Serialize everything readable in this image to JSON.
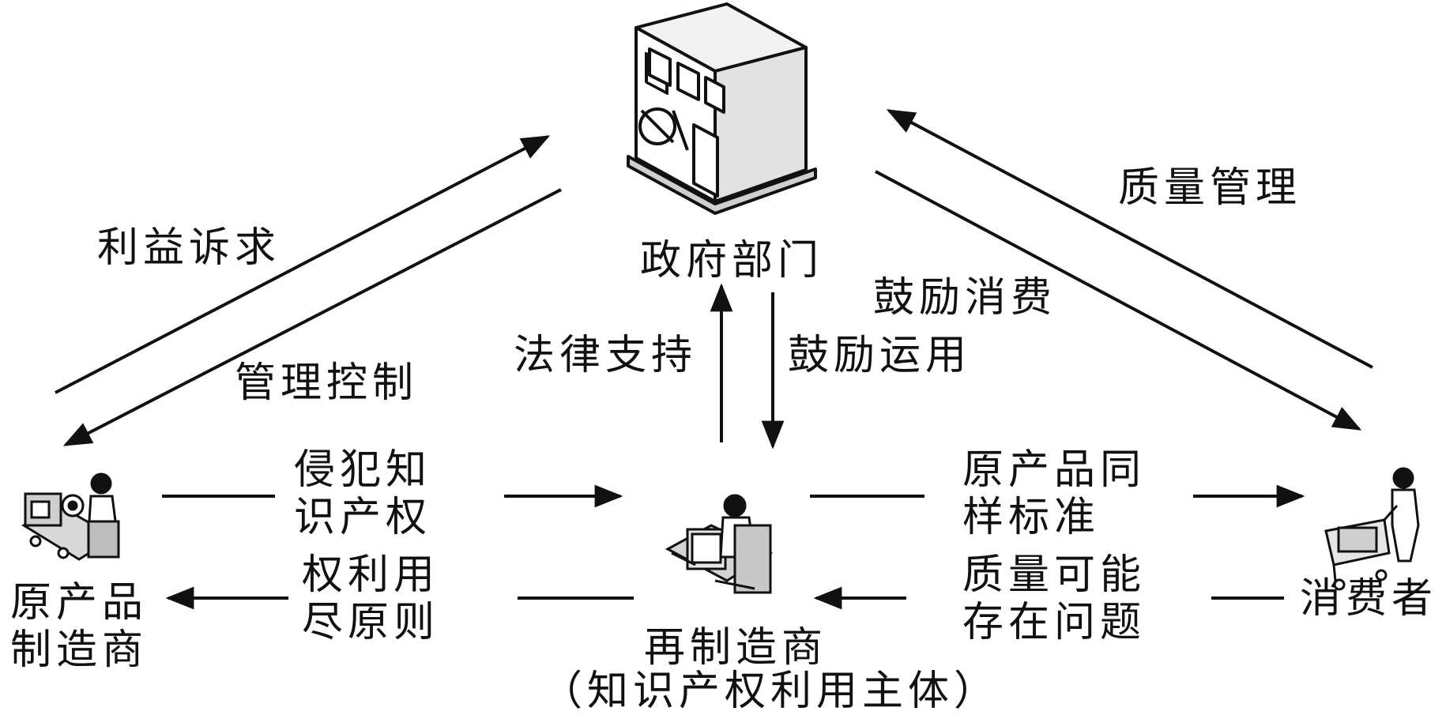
{
  "nodes": {
    "government": "政府部门",
    "manufacturer": [
      "原产品",
      "制造商"
    ],
    "remanufacturer": "再制造商",
    "remanufacturer_sub": "（知识产权利用主体）",
    "consumer": "消费者"
  },
  "edges": {
    "interest_claim": "利益诉求",
    "management_control": "管理控制",
    "quality_management": "质量管理",
    "encourage_consumption": "鼓励消费",
    "legal_support": "法律支持",
    "encourage_use": "鼓励运用",
    "ip_infringement": [
      "侵犯知",
      "识产权"
    ],
    "exhaustion": [
      "权利用",
      "尽原则"
    ],
    "same_standard": [
      "原产品同",
      "样标准"
    ],
    "quality_issue": [
      "质量可能",
      "存在问题"
    ]
  },
  "icons": {
    "government": "government-building-icon",
    "manufacturer": "factory-worker-icon",
    "remanufacturer": "workstation-worker-icon",
    "consumer": "shopping-cart-person-icon"
  }
}
